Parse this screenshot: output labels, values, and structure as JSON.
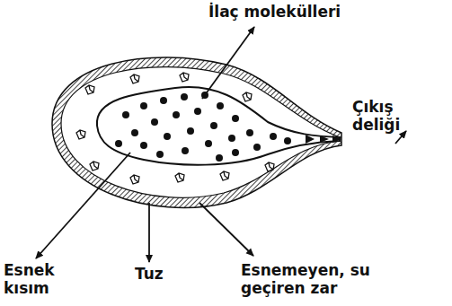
{
  "diagram": {
    "labels": [
      "İlaç molekülleri",
      "Çıkış deliği",
      "Esnek kısım",
      "Tuz",
      "Esnemeyen, su geçiren zar"
    ]
  }
}
